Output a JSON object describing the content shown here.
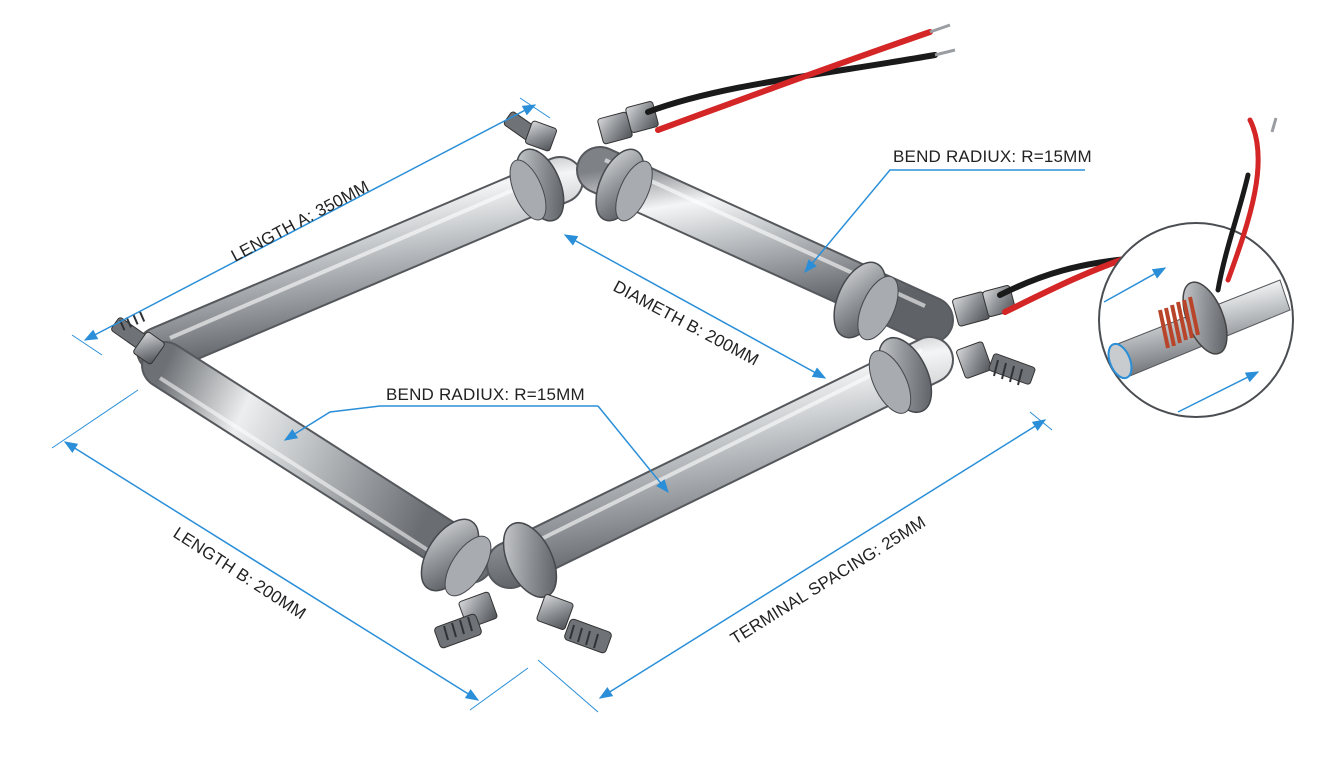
{
  "diagram": {
    "labels": {
      "length_a": "LENGTH A: 350MM",
      "length_b": "LENGTH B: 200MM",
      "diameter_b": "DIAMETH B: 200MM",
      "bend_radius_left": "BEND RADIUX: R=15MM",
      "bend_radius_right": "BEND RADIUX: R=15MM",
      "terminal_spacing": "TERMINAL SPACING: 25MM"
    },
    "colors": {
      "dimension_line": "#2a8fd8",
      "tube_steel": "#b9bcc0",
      "wire_red": "#d42626",
      "wire_black": "#1a1a1a",
      "coil_copper": "#b8452a"
    },
    "icons": {
      "heating_element": "u-shaped-tubular-heater",
      "detail_view": "terminal-detail-magnifier"
    }
  }
}
